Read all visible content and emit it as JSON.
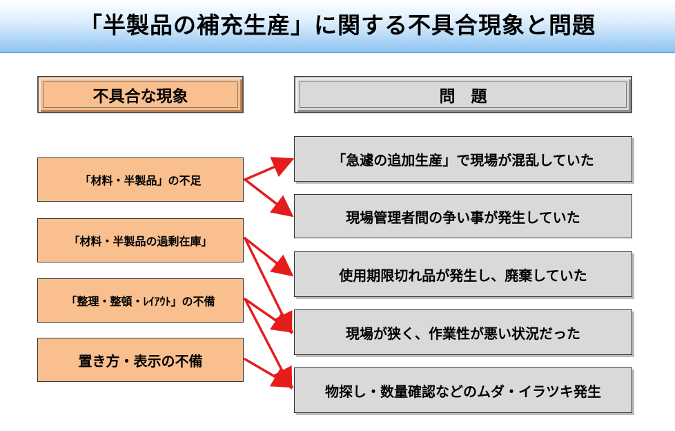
{
  "title": "「半製品の補充生産」に関する不具合現象と問題",
  "headers": {
    "phenomena": "不具合な現象",
    "problems": "問　題"
  },
  "phenomena": [
    "「材料・半製品」の不足",
    "「材料・半製品の過剰在庫」",
    "「整理・整頓・ﾚｲｱｳﾄ」の不備",
    "置き方・表示の不備"
  ],
  "problems": [
    "「急遽の追加生産」で現場が混乱していた",
    "現場管理者間の争い事が発生していた",
    "使用期限切れ品が発生し、廃棄していた",
    "現場が狭く、作業性が悪い状況だった",
    "物探し・数量確認などのムダ・イラツキ発生"
  ],
  "colors": {
    "phenomenon_fill": "#f9bf8f",
    "problem_fill": "#d9d9d9",
    "arrow": "#e41c1c",
    "header_band": "#8fc4f2"
  }
}
